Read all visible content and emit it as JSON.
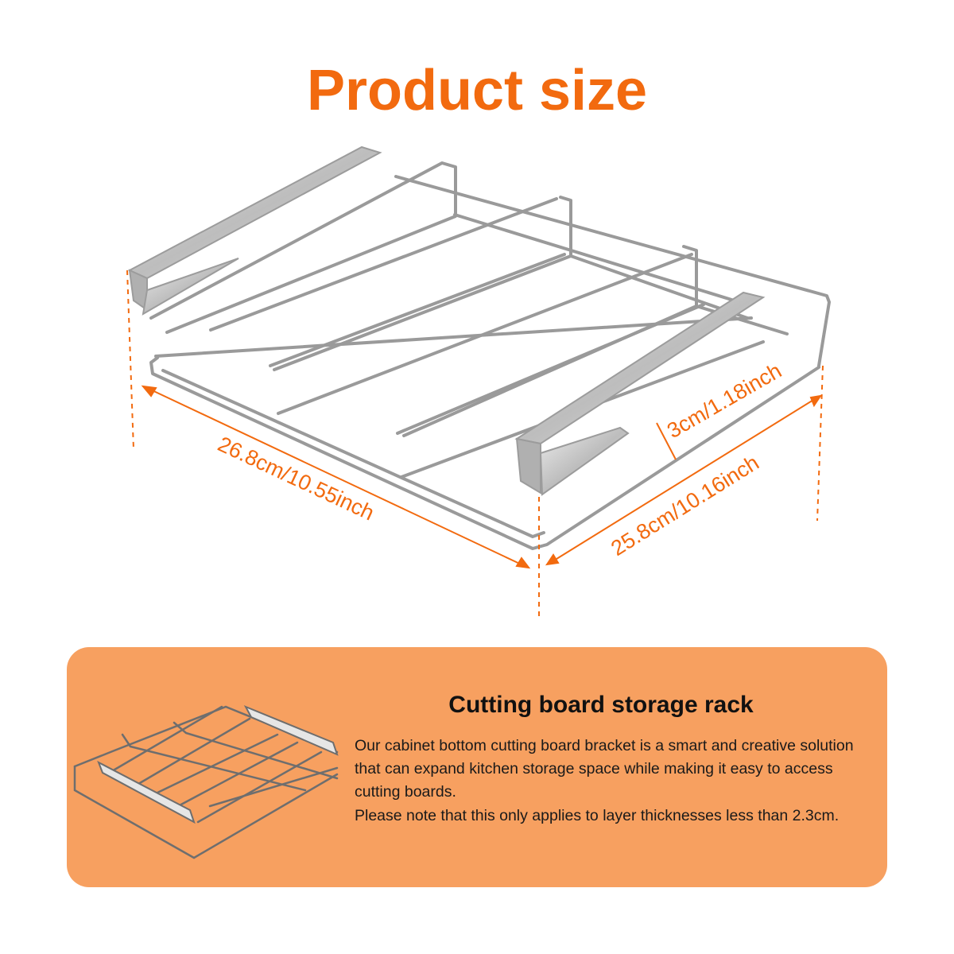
{
  "header": {
    "title": "Product size"
  },
  "colors": {
    "accent": "#f26a0f",
    "panel": "#f7a060",
    "metal": "#c9c9c9"
  },
  "dimensions": {
    "length": "26.8cm/10.55inch",
    "width": "25.8cm/10.16inch",
    "height": "3cm/1.18inch"
  },
  "info_panel": {
    "title": "Cutting board storage rack",
    "paragraphs": [
      "Our cabinet bottom cutting board bracket is a smart and creative solution that can expand kitchen storage space while making it easy to access cutting boards.",
      "Please note that this only applies to layer thicknesses less than 2.3cm."
    ]
  }
}
